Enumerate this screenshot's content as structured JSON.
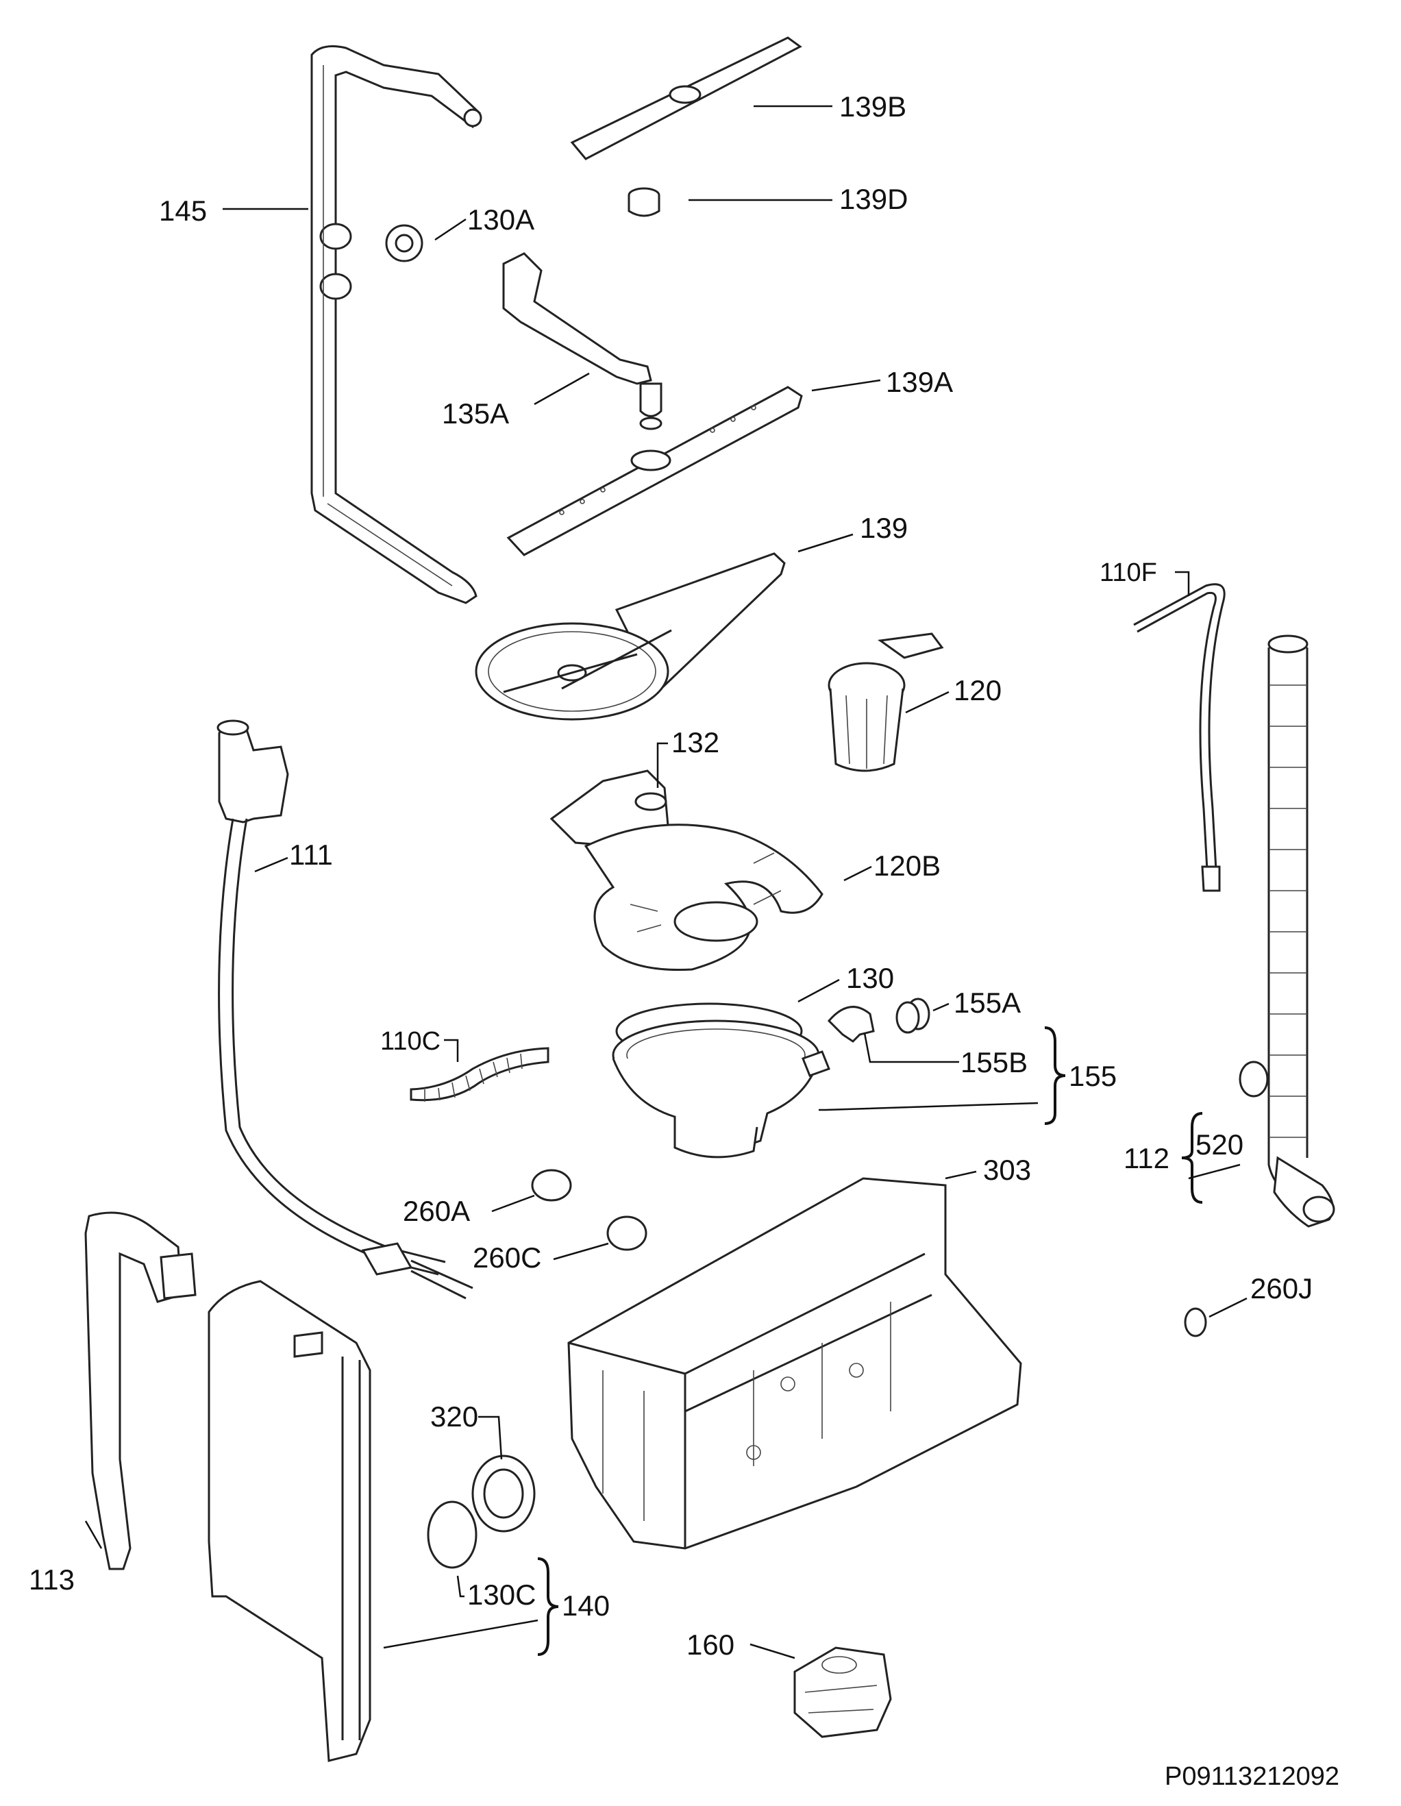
{
  "diagram": {
    "code": "P09113212092",
    "labels": {
      "l145": "145",
      "l130A": "130A",
      "l139B": "139B",
      "l139D": "139D",
      "l135A": "135A",
      "l139A": "139A",
      "l139": "139",
      "l110F": "110F",
      "l120": "120",
      "l132": "132",
      "l111": "111",
      "l120B": "120B",
      "l130": "130",
      "l155A": "155A",
      "l110C": "110C",
      "l155B": "155B",
      "l155": "155",
      "l520": "520",
      "l112": "112",
      "l303": "303",
      "l260A": "260A",
      "l260C": "260C",
      "l260J": "260J",
      "l320": "320",
      "l113": "113",
      "l130C": "130C",
      "l140": "140",
      "l160": "160"
    }
  }
}
